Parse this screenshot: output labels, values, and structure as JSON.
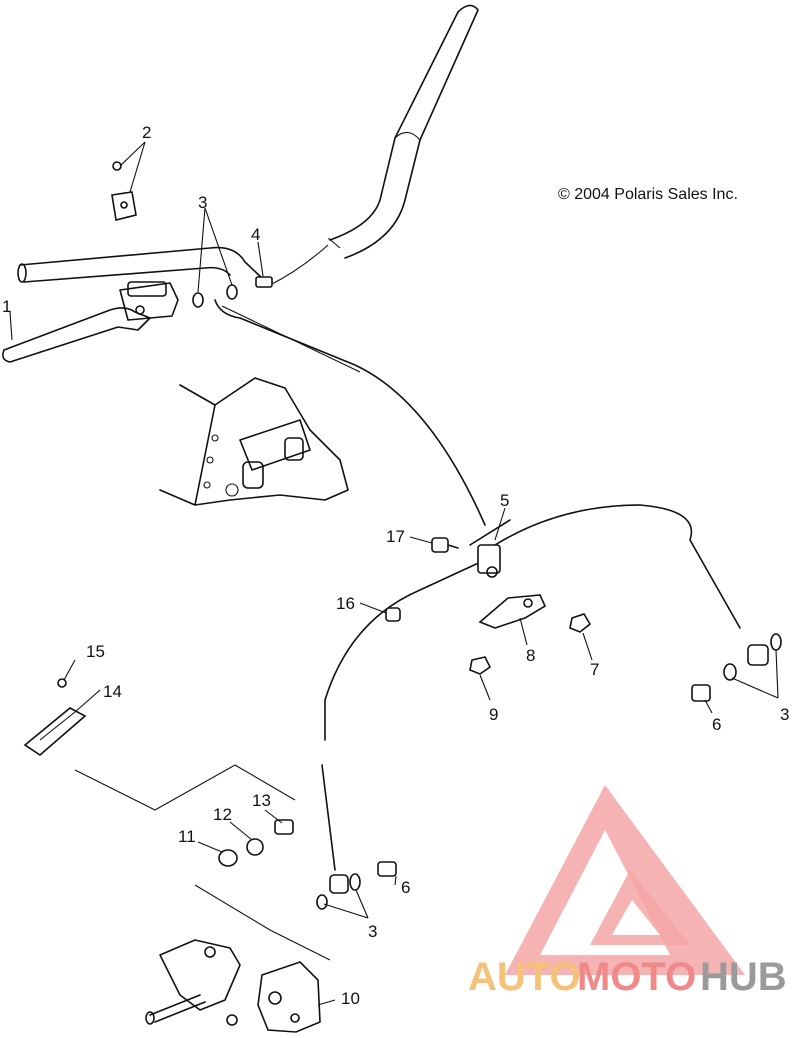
{
  "copyright": "© 2004 Polaris Sales Inc.",
  "watermark": {
    "part1": "AUTO",
    "part2": "MOTO",
    "part3": "HUB",
    "colors": {
      "auto": "#f5c27a",
      "moto": "#f08a8a",
      "hub": "#9a9a9a",
      "logo": "#f08080"
    }
  },
  "callouts": {
    "c1": "1",
    "c2": "2",
    "c3a": "3",
    "c4": "4",
    "c5": "5",
    "c17": "17",
    "c16": "16",
    "c8": "8",
    "c7": "7",
    "c9": "9",
    "c6a": "6",
    "c3b": "3",
    "c15": "15",
    "c14": "14",
    "c13": "13",
    "c12": "12",
    "c11": "11",
    "c6b": "6",
    "c3c": "3",
    "c10": "10"
  }
}
